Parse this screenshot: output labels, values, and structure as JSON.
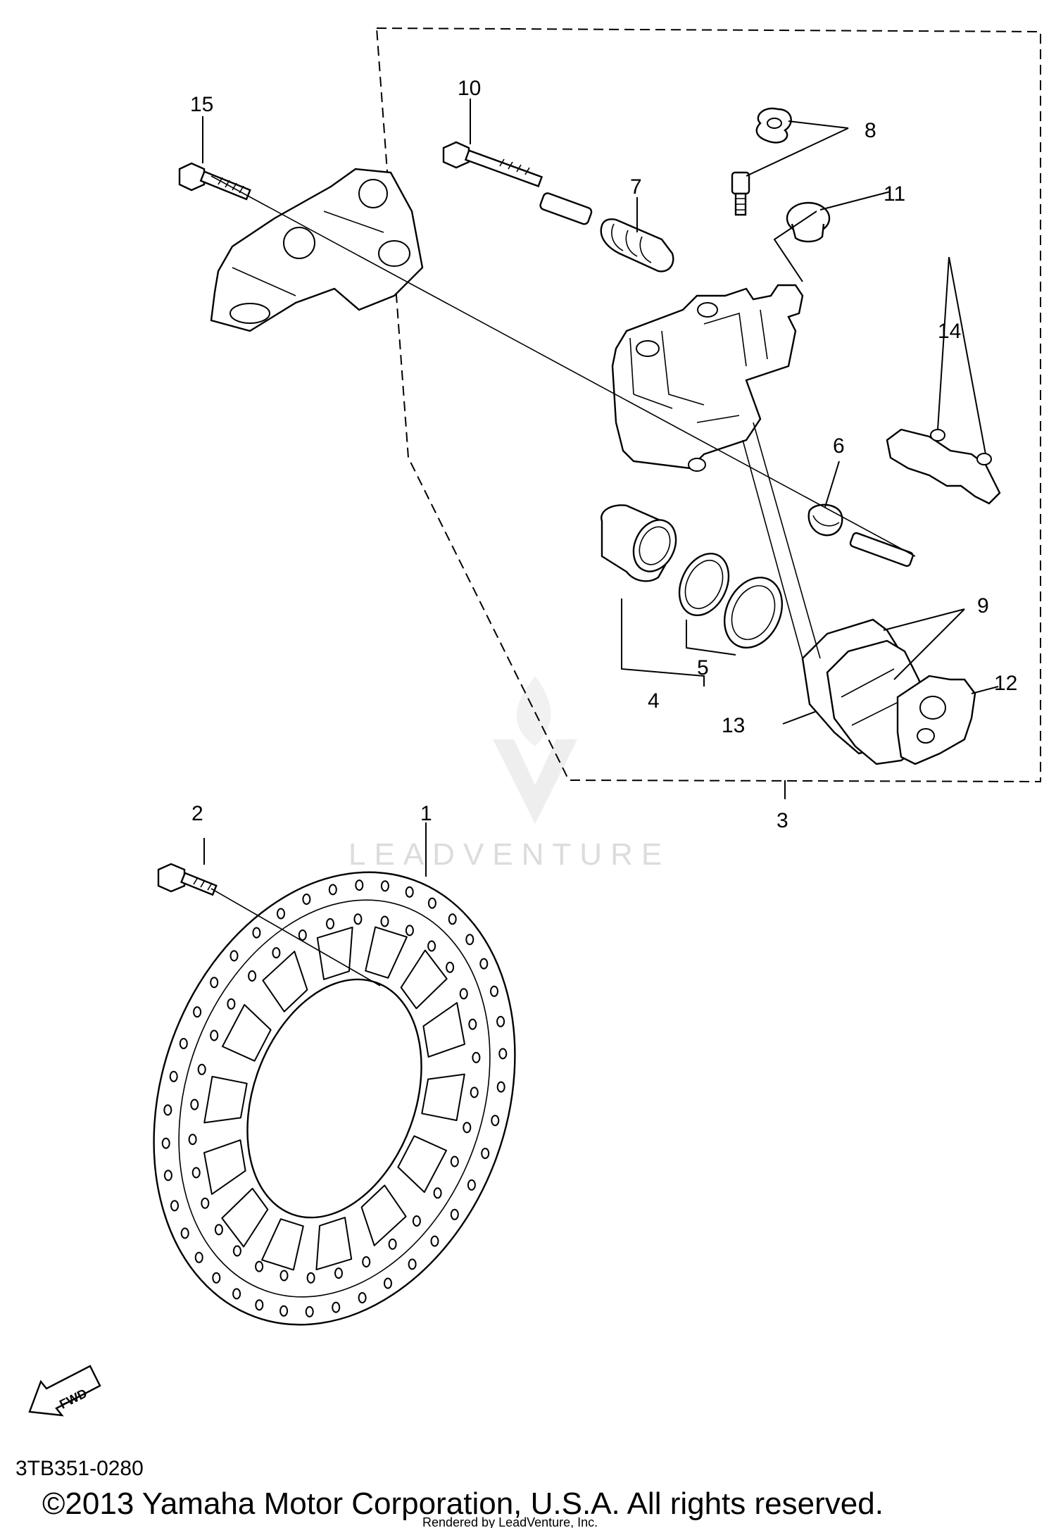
{
  "diagram": {
    "callouts": {
      "p1": "1",
      "p2": "2",
      "p3": "3",
      "p4": "4",
      "p5": "5",
      "p6": "6",
      "p7": "7",
      "p8": "8",
      "p9": "9",
      "p10": "10",
      "p11": "11",
      "p12": "12",
      "p13": "13",
      "p14": "14",
      "p15": "15"
    },
    "watermark": "LEADVENTURE",
    "fwd_label": "FWD",
    "diagram_code": "3TB351-0280",
    "copyright": "©2013 Yamaha Motor Corporation, U.S.A. All rights reserved.",
    "rendered_by": "Rendered by LeadVenture, Inc."
  }
}
